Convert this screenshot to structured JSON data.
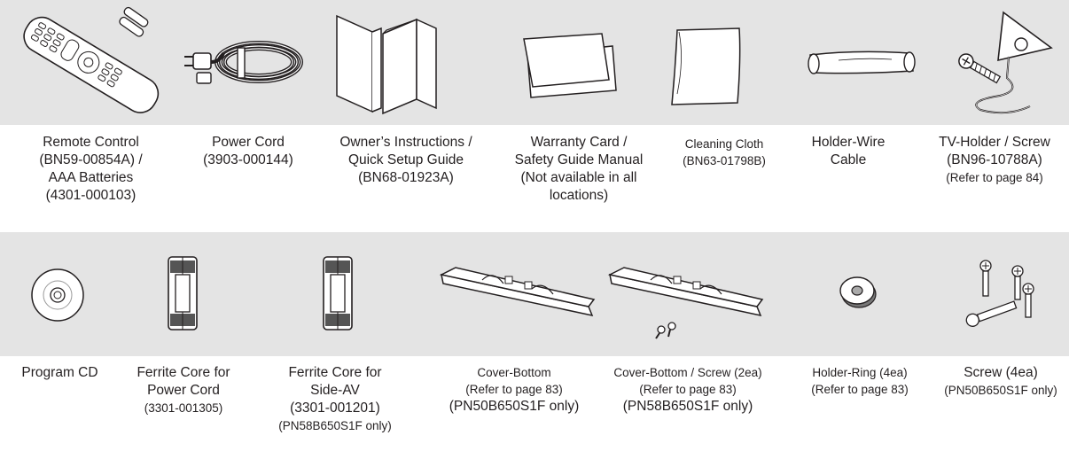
{
  "row1": [
    {
      "lines": [
        "Remote Control",
        "(BN59-00854A) /",
        "AAA Batteries",
        "(4301-000103)"
      ],
      "sizes": [
        "big",
        "big",
        "big",
        "big"
      ]
    },
    {
      "lines": [
        "Power Cord",
        "(3903-000144)"
      ],
      "sizes": [
        "big",
        "big"
      ]
    },
    {
      "lines": [
        "Owner’s Instructions /",
        "Quick Setup Guide",
        "(BN68-01923A)"
      ],
      "sizes": [
        "big",
        "big",
        "big"
      ]
    },
    {
      "lines": [
        "Warranty Card /",
        "Safety Guide Manual",
        "(Not available in all",
        "locations)"
      ],
      "sizes": [
        "big",
        "big",
        "big",
        "big"
      ]
    },
    {
      "lines": [
        "Cleaning Cloth",
        "(BN63-01798B)"
      ],
      "sizes": [
        "small",
        "small"
      ]
    },
    {
      "lines": [
        "Holder-Wire",
        "Cable"
      ],
      "sizes": [
        "big",
        "big"
      ]
    },
    {
      "lines": [
        "TV-Holder / Screw",
        "(BN96-10788A)",
        "(Refer to page 84)"
      ],
      "sizes": [
        "big",
        "big",
        "small"
      ]
    }
  ],
  "row2": [
    {
      "lines": [
        "Program CD"
      ],
      "sizes": [
        "big"
      ]
    },
    {
      "lines": [
        "Ferrite Core for",
        "Power Cord",
        "(3301-001305)"
      ],
      "sizes": [
        "big",
        "big",
        "small"
      ]
    },
    {
      "lines": [
        "Ferrite Core for",
        "Side-AV",
        "(3301-001201)",
        "(PN58B650S1F only)"
      ],
      "sizes": [
        "big",
        "big",
        "big",
        "small"
      ]
    },
    {
      "lines": [
        "Cover-Bottom",
        "(Refer to page 83)",
        "(PN50B650S1F only)"
      ],
      "sizes": [
        "small",
        "small",
        "big"
      ]
    },
    {
      "lines": [
        "Cover-Bottom / Screw (2ea)",
        "(Refer to page 83)",
        "(PN58B650S1F only)"
      ],
      "sizes": [
        "small",
        "small",
        "big"
      ]
    },
    {
      "lines": [
        "Holder-Ring (4ea)",
        "(Refer to page 83)"
      ],
      "sizes": [
        "small",
        "small"
      ]
    },
    {
      "lines": [
        "Screw (4ea)",
        "(PN50B650S1F only)"
      ],
      "sizes": [
        "big",
        "small"
      ]
    }
  ]
}
